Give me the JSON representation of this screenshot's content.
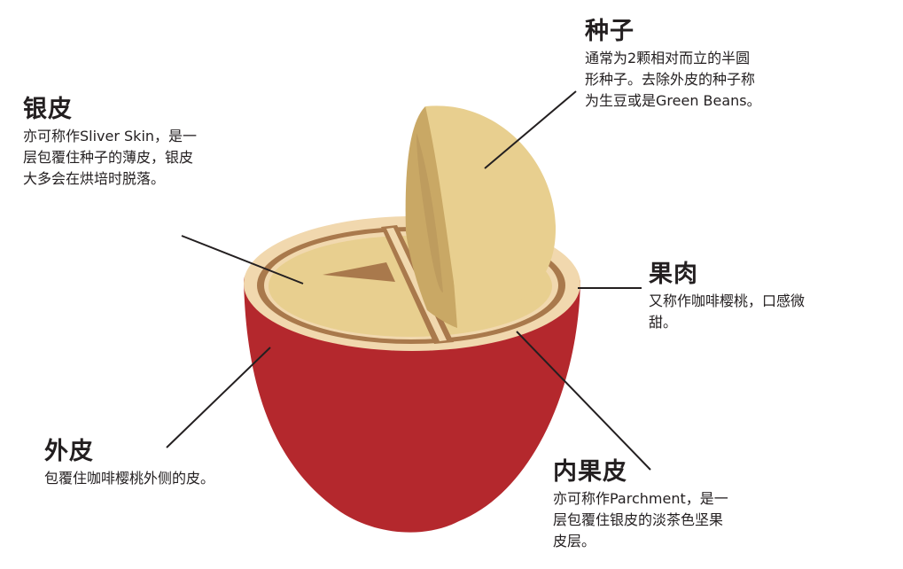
{
  "labels": {
    "seed": {
      "title": "种子",
      "description": "通常为2颗相对而立的半圆\n形种子。去除外皮的种子称\n为生豆或是Green Beans。"
    },
    "silver_skin": {
      "title": "银皮",
      "description": "亦可称作Sliver Skin，是一\n层包覆住种子的薄皮，银皮\n大多会在烘培时脱落。"
    },
    "pulp": {
      "title": "果肉",
      "description": "又称作咖啡樱桃，口感微\n甜。"
    },
    "outer_skin": {
      "title": "外皮",
      "description": "包覆住咖啡樱桃外侧的皮。"
    },
    "parchment": {
      "title": "内果皮",
      "description": "亦可称作Parchment，是一\n层包覆住银皮的淡茶色坚果\n皮层。"
    }
  },
  "colors": {
    "outer_skin": "#b4282d",
    "pulp": "#f1d8ae",
    "parchment": "#a9794c",
    "seed_top": "#e8cf8f",
    "seed_side": "#c9a865",
    "leader_line": "#231f20"
  }
}
